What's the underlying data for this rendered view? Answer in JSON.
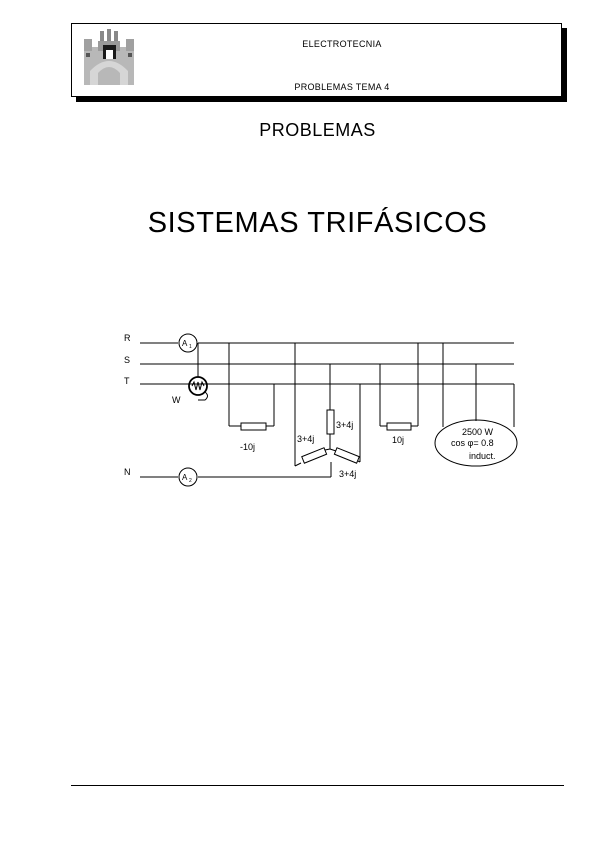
{
  "header": {
    "title": "ELECTROTECNIA",
    "subtitle": "PROBLEMAS TEMA 4"
  },
  "heading": "PROBLEMAS",
  "title": "SISTEMAS TRIFÁSICOS",
  "circuit": {
    "lines": {
      "r": "R",
      "s": "S",
      "t": "T",
      "n": "N"
    },
    "ammeter_1": {
      "letter": "A",
      "sub": "1"
    },
    "ammeter_2": {
      "letter": "A",
      "sub": "2"
    },
    "wattmeter": "W",
    "impedance_left": "-10j",
    "star_top": "3+4j",
    "star_left": "3+4j",
    "star_right": "3+4j",
    "impedance_right": "10j",
    "load": {
      "power": "2500 W",
      "pf": "cos φ= 0.8",
      "type": "induct."
    }
  }
}
